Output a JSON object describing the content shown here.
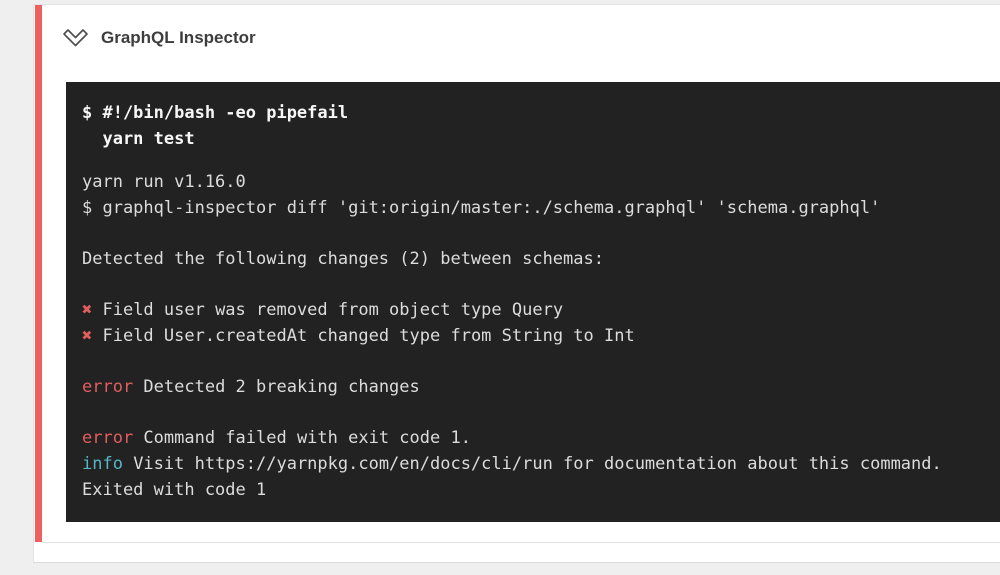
{
  "header": {
    "title": "GraphQL Inspector",
    "collapse_icon": "double-chevron-down-icon"
  },
  "colors": {
    "page_background": "#efefef",
    "card_background": "#ffffff",
    "failed_step_accent": "#ef5f5f",
    "terminal_background": "#222222",
    "terminal_text": "#dcdcdc",
    "terminal_bold_text": "#f7f7f7",
    "error_red": "#e25d5d",
    "info_cyan": "#56b6c2"
  },
  "terminal": {
    "lines": [
      {
        "segments": [
          {
            "text": "$ #!/bin/bash -eo pipefail",
            "style": "command"
          }
        ]
      },
      {
        "segments": [
          {
            "text": "  yarn test",
            "style": "command"
          }
        ]
      },
      {
        "gap": "small"
      },
      {
        "segments": [
          {
            "text": "yarn run v1.16.0",
            "style": "default"
          }
        ]
      },
      {
        "segments": [
          {
            "text": "$ graphql-inspector diff 'git:origin/master:./schema.graphql' 'schema.graphql'",
            "style": "default"
          }
        ]
      },
      {
        "gap": "normal"
      },
      {
        "segments": [
          {
            "text": "Detected the following changes (2) between schemas:",
            "style": "default"
          }
        ]
      },
      {
        "gap": "normal"
      },
      {
        "segments": [
          {
            "text": "✖ ",
            "style": "error"
          },
          {
            "text": "Field user was removed from object type Query",
            "style": "default"
          }
        ]
      },
      {
        "segments": [
          {
            "text": "✖ ",
            "style": "error"
          },
          {
            "text": "Field User.createdAt changed type from String to Int",
            "style": "default"
          }
        ]
      },
      {
        "gap": "normal"
      },
      {
        "segments": [
          {
            "text": "error ",
            "style": "error"
          },
          {
            "text": "Detected 2 breaking changes",
            "style": "default"
          }
        ]
      },
      {
        "gap": "normal"
      },
      {
        "segments": [
          {
            "text": "error ",
            "style": "error"
          },
          {
            "text": "Command failed with exit code 1.",
            "style": "default"
          }
        ]
      },
      {
        "segments": [
          {
            "text": "info ",
            "style": "info"
          },
          {
            "text": "Visit https://yarnpkg.com/en/docs/cli/run for documentation about this command.",
            "style": "default"
          }
        ]
      },
      {
        "segments": [
          {
            "text": "Exited with code 1",
            "style": "default"
          }
        ]
      }
    ]
  }
}
